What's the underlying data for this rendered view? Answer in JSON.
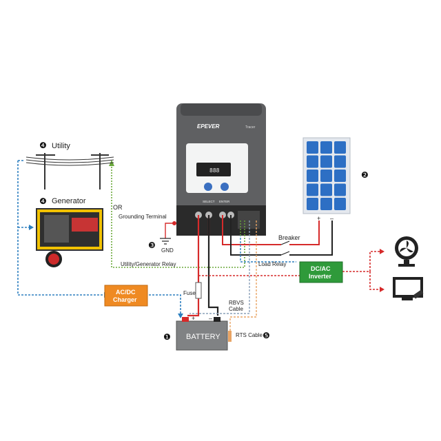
{
  "controller": {
    "brand": "EPEVER",
    "model": "Tracer",
    "select_label": "SELECT",
    "enter_label": "ENTER",
    "lcd_text": "888"
  },
  "labels": {
    "utility": "Utility",
    "generator": "Generator",
    "or": "OR",
    "grounding": "Grounding Terminal",
    "gnd": "GND",
    "utility_relay": "Utility/Generator Relay",
    "acdc_charger": [
      "AC/DC",
      "Charger"
    ],
    "fuse": "Fuse",
    "rbvs": [
      "RBVS",
      "Cable"
    ],
    "battery": "BATTERY",
    "rts": "RTS Cable",
    "breaker": "Breaker",
    "load_relay": "Load Relay",
    "inverter": [
      "DC/AC",
      "Inverter"
    ],
    "plus": "+",
    "minus": "–"
  },
  "numbers": {
    "one": "❶",
    "two": "❷",
    "three": "❸",
    "four": "❹",
    "five": "❺"
  },
  "colors": {
    "dc_red": "#d62a2a",
    "ac_blue": "#2c7fbf",
    "green": "#6aa83a",
    "orange_box": "#ef8a22",
    "green_box": "#2f9a3a",
    "panel_blue": "#2d6fc4"
  }
}
